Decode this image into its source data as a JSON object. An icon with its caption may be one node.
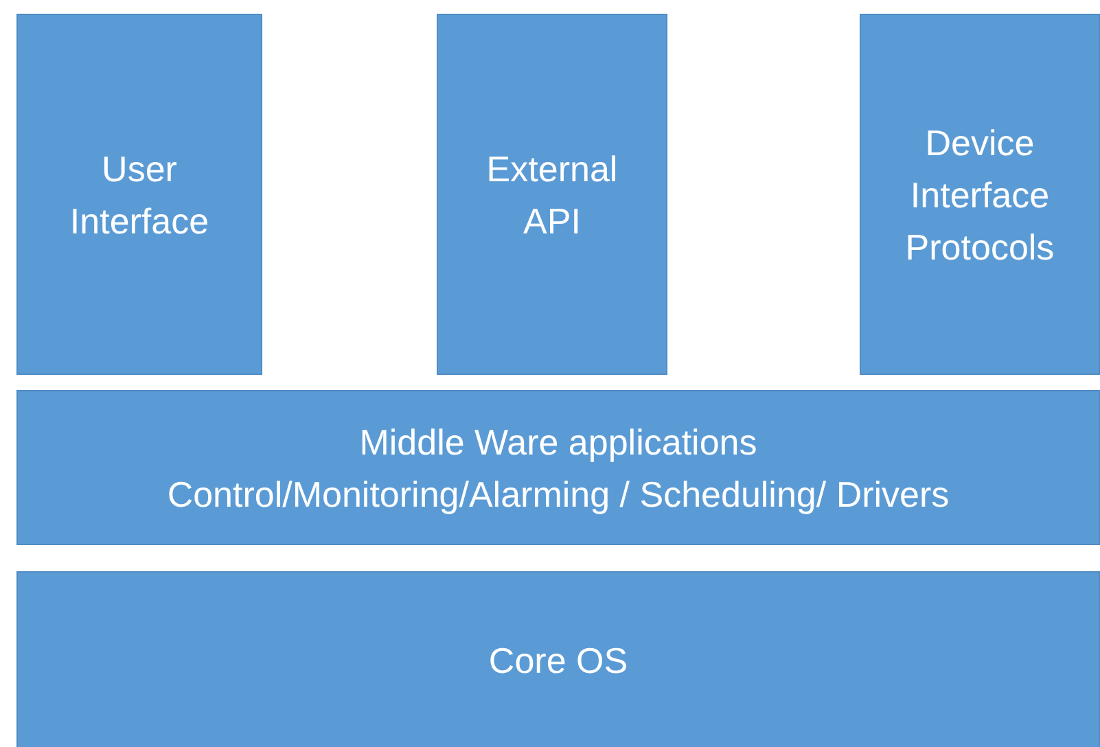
{
  "diagram": {
    "nodes": [
      {
        "text": [
          "User Interface"
        ]
      },
      {
        "text": [
          "External API"
        ]
      },
      {
        "text": [
          "Device Interface Protocols"
        ]
      },
      {
        "text": [
          "Middle Ware applications",
          "Control/Monitoring/Alarming / Scheduling/ Drivers"
        ]
      },
      {
        "text": [
          "Core OS"
        ]
      }
    ],
    "edges": []
  }
}
